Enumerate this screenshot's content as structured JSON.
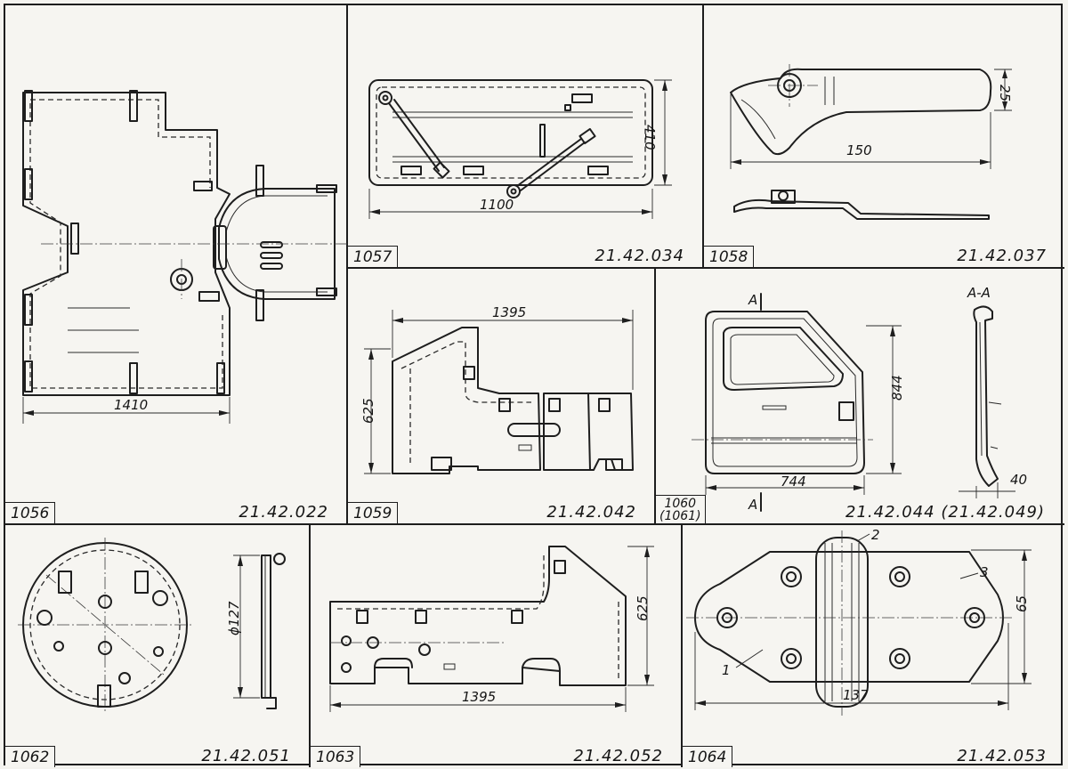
{
  "parts": [
    {
      "id": "1056",
      "code": "21.42.022",
      "dims": {
        "width": "1410"
      }
    },
    {
      "id": "1057",
      "code": "21.42.034",
      "dims": {
        "width": "1100",
        "height": "410"
      }
    },
    {
      "id": "1058",
      "code": "21.42.037",
      "dims": {
        "width": "150",
        "height": "25"
      }
    },
    {
      "id": "1059",
      "code": "21.42.042",
      "dims": {
        "width": "1395",
        "height": "625"
      }
    },
    {
      "id": "1060\n(1061)",
      "code": "21.42.044 (21.42.049)",
      "dims": {
        "width": "744",
        "height": "844",
        "depth": "40"
      },
      "section_label": "A-A",
      "cut_mark": "A"
    },
    {
      "id": "1062",
      "code": "21.42.051",
      "dims": {
        "diameter": "ϕ127"
      }
    },
    {
      "id": "1063",
      "code": "21.42.052",
      "dims": {
        "width": "1395",
        "height": "625"
      }
    },
    {
      "id": "1064",
      "code": "21.42.053",
      "dims": {
        "width": "137",
        "height": "65"
      },
      "callouts": [
        "1",
        "2",
        "3"
      ]
    }
  ]
}
